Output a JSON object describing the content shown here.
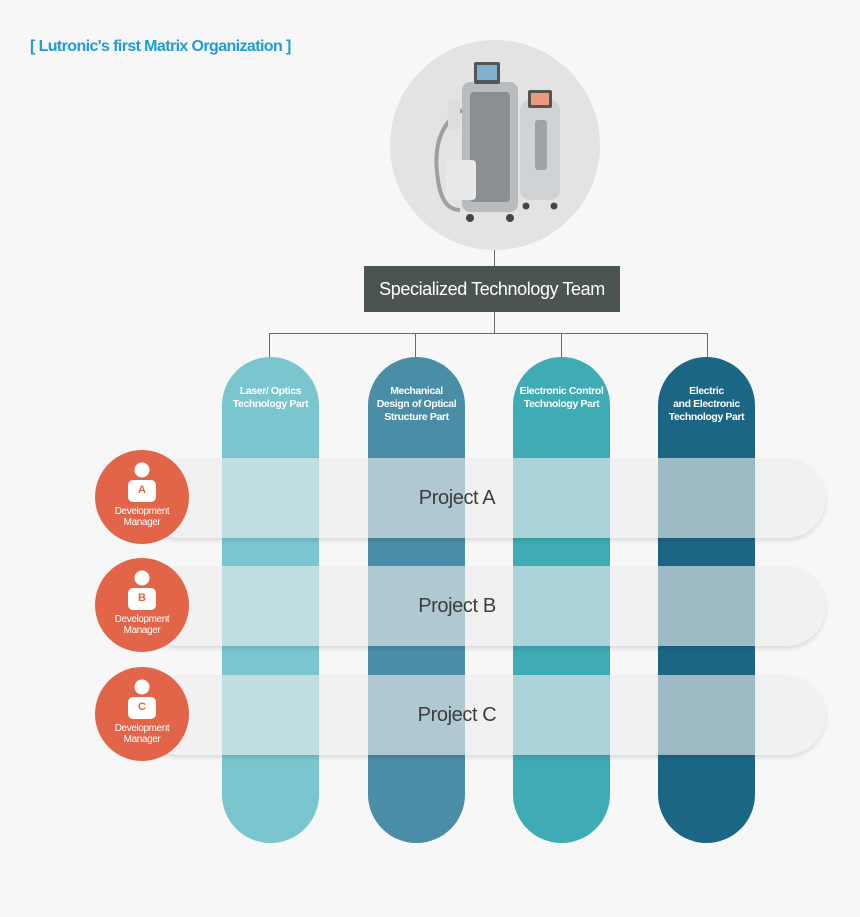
{
  "title": "[ Lutronic's first Matrix Organization ]",
  "hero": {
    "image": "laser-medical-device-image"
  },
  "team": {
    "label": "Specialized Technology Team"
  },
  "parts": [
    {
      "label": "Laser/ Optics\nTechnology Part",
      "color": "#79c6cf"
    },
    {
      "label": "Mechanical\nDesign of Optical\nStructure Part",
      "color": "#4a8da6"
    },
    {
      "label": "Electronic Control\nTechnology Part",
      "color": "#3eabb5"
    },
    {
      "label": "Electric\nand Electronic\nTechnology  Part",
      "color": "#1c6685"
    }
  ],
  "projects": [
    {
      "label": "Project A",
      "manager_letter": "A",
      "manager_role": "Development\nManager"
    },
    {
      "label": "Project B",
      "manager_letter": "B",
      "manager_role": "Development\nManager"
    },
    {
      "label": "Project C",
      "manager_letter": "C",
      "manager_role": "Development\nManager"
    }
  ],
  "colors": {
    "manager": "#e2654a",
    "title": "#1f9bd7",
    "team_box": "#4c5452"
  }
}
